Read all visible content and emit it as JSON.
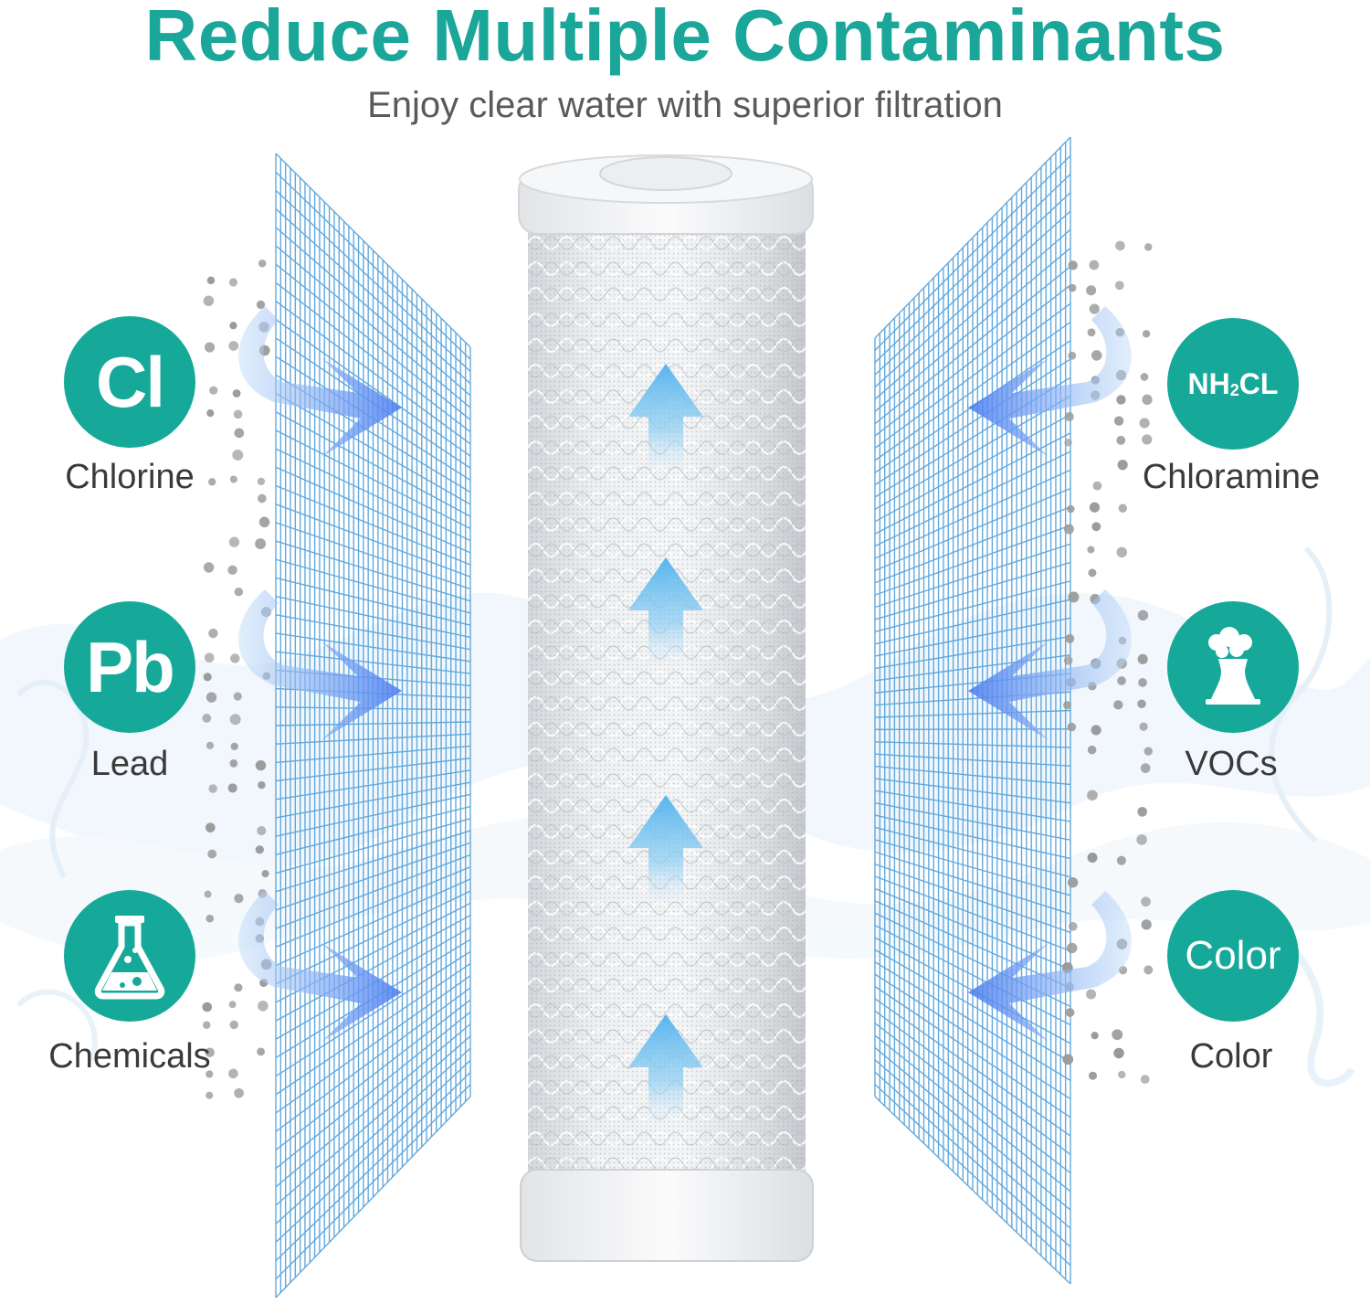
{
  "header": {
    "title": "Reduce Multiple Contaminants",
    "subtitle": "Enjoy clear water with superior filtration"
  },
  "contaminants": {
    "chlorine": {
      "symbol": "Cl",
      "label": "Chlorine"
    },
    "lead": {
      "symbol": "Pb",
      "label": "Lead"
    },
    "chemicals": {
      "label": "Chemicals",
      "icon": "flask-icon"
    },
    "chloramine": {
      "symbol_main": "NH",
      "symbol_sub": "2",
      "symbol_end": "CL",
      "label": "Chloramine"
    },
    "vocs": {
      "label": "VOCs",
      "icon": "factory-smoke-icon"
    },
    "color": {
      "symbol": "Color",
      "label": "Color"
    }
  },
  "colors": {
    "teal": "#16a99a",
    "title_teal": "#1aa79a",
    "mesh_blue": "#4a9bd6",
    "arrow_blue": "#5b8ff0",
    "dot_gray": "#9a9a9a"
  }
}
